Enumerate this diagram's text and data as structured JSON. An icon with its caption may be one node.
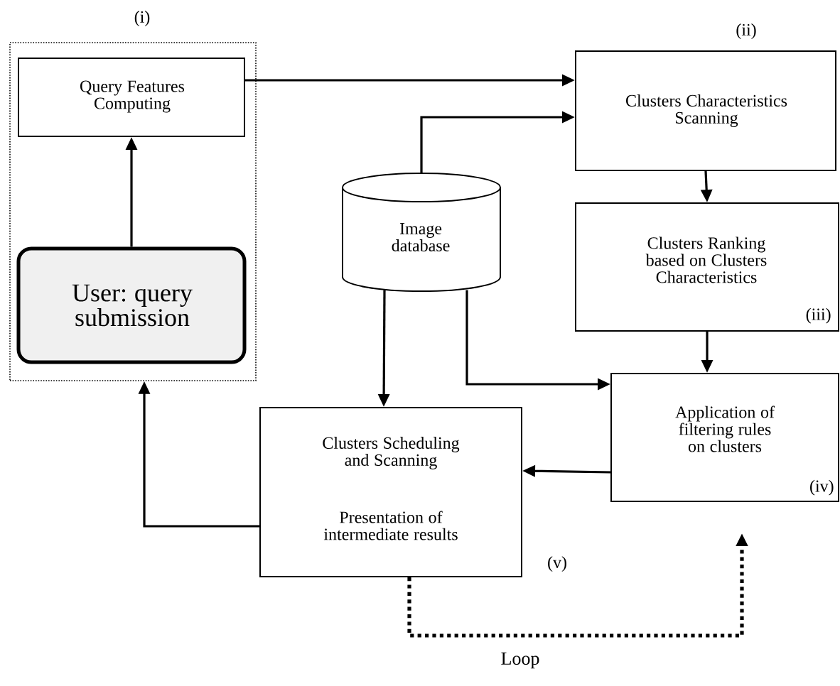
{
  "diagram": {
    "nodes": [
      {
        "text": [
          "(i)"
        ]
      },
      {
        "text": [
          "Query Features Computing"
        ],
        "in": 0
      },
      {
        "text": [
          "User: query submission"
        ],
        "in": 0
      },
      {
        "text": [
          "(ii)",
          "Clusters Characteristics Scanning"
        ]
      },
      {
        "text": [
          "Image database"
        ]
      },
      {
        "text": [
          "Clusters Ranking based on Clusters Characteristics",
          "(iii)"
        ]
      },
      {
        "text": [
          "Application of filtering rules on clusters",
          "(iv)"
        ]
      },
      {
        "text": [
          "Clusters Scheduling and Scanning",
          "Presentation of intermediate results"
        ],
        "beside": [
          "(v)"
        ]
      }
    ],
    "edges": [
      {
        "from": 2,
        "to": 1,
        "arrow": "to"
      },
      {
        "from": 1,
        "to": 3,
        "arrow": "to"
      },
      {
        "from": 4,
        "to": 3,
        "arrow": "to"
      },
      {
        "from": 3,
        "to": 5,
        "arrow": "to"
      },
      {
        "from": 5,
        "to": 6,
        "arrow": "to"
      },
      {
        "from": 4,
        "to": 7,
        "arrow": "to"
      },
      {
        "from": 4,
        "to": 6,
        "arrow": "to"
      },
      {
        "from": 6,
        "to": 7,
        "arrow": "to"
      },
      {
        "from": 7,
        "to": 0,
        "arrow": "to"
      },
      {
        "from": 7,
        "to": 6,
        "arrow": "to",
        "style": "dashed",
        "label": "Loop"
      }
    ]
  }
}
